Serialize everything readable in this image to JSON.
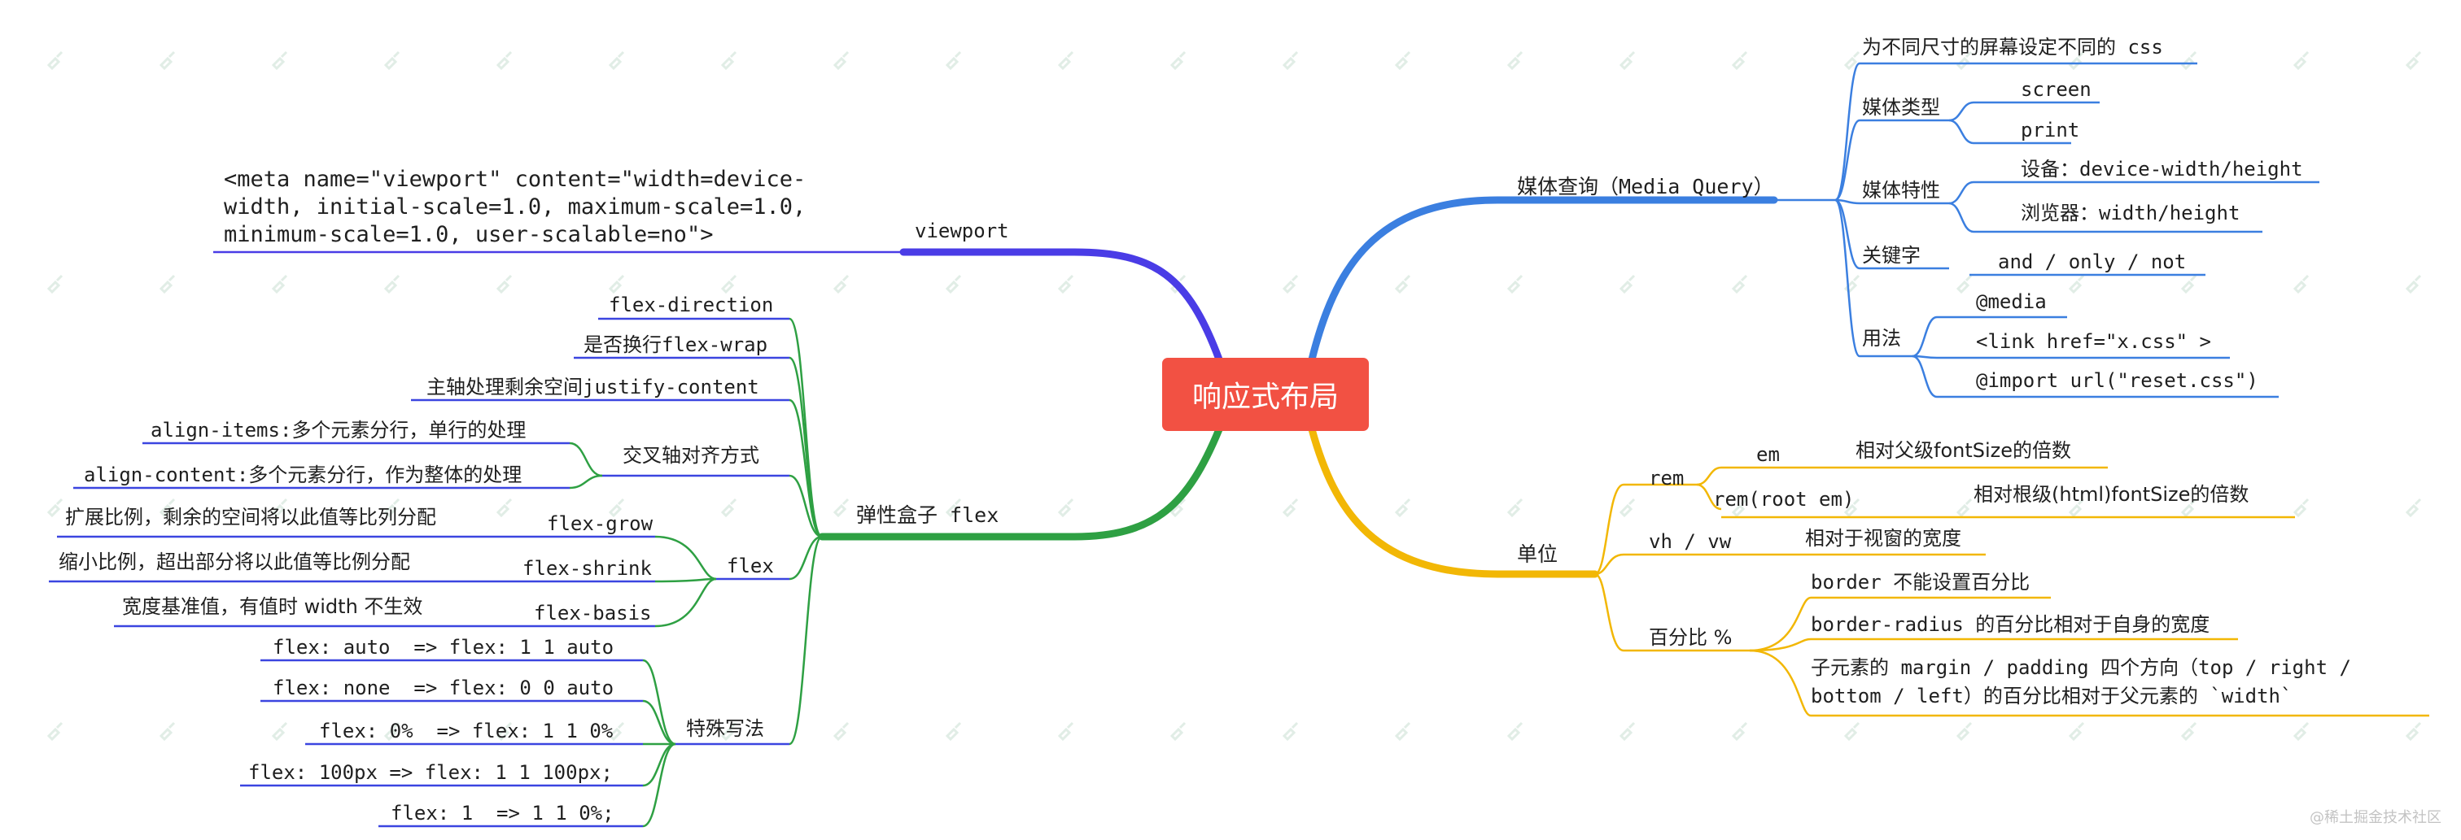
{
  "colors": {
    "viewport": "#4a3ce6",
    "flex": "#2ea043",
    "media": "#3b7fe0",
    "unit": "#f2b705",
    "center_bg": "#f25143",
    "center_text": "#ffffff",
    "watermark": "#e1ede6"
  },
  "root": {
    "label": "响应式布局"
  },
  "viewport": {
    "label": "viewport",
    "meta_lines": [
      "<meta name=\"viewport\" content=\"width=device-",
      "width, initial-scale=1.0, maximum-scale=1.0,",
      "minimum-scale=1.0, user-scalable=no\">"
    ]
  },
  "flexbox": {
    "label": "弹性盒子 flex",
    "flex_direction": "flex-direction",
    "flex_wrap": "是否换行flex-wrap",
    "justify": "主轴处理剩余空间justify-content",
    "cross": {
      "label": "交叉轴对齐方式",
      "items": [
        "align-items:多个元素分行，单行的处理",
        "align-content:多个元素分行，作为整体的处理"
      ]
    },
    "flex": {
      "label": "flex",
      "grow": {
        "label": "flex-grow",
        "desc": "扩展比例，剩余的空间将以此值等比列分配"
      },
      "shrink": {
        "label": "flex-shrink",
        "desc": "缩小比例，超出部分将以此值等比例分配"
      },
      "basis": {
        "label": "flex-basis",
        "desc": "宽度基准值，有值时 width 不生效"
      }
    },
    "special": {
      "label": "特殊写法",
      "items": [
        "flex: auto  => flex: 1 1 auto",
        "flex: none  => flex: 0 0 auto",
        "flex: 0%  => flex: 1 1 0%",
        "flex: 100px => flex: 1 1 100px;",
        "flex: 1  => 1 1 0%;"
      ]
    }
  },
  "media": {
    "label": "媒体查询（Media Query）",
    "purpose": "为不同尺寸的屏幕设定不同的 css",
    "types": {
      "label": "媒体类型",
      "items": [
        "screen",
        "print"
      ]
    },
    "features": {
      "label": "媒体特性",
      "items": [
        "设备：device-width/height",
        "浏览器：width/height"
      ]
    },
    "keywords": {
      "label": "关键字",
      "value": "and / only / not"
    },
    "usage": {
      "label": "用法",
      "items": [
        "@media",
        "<link href=\"x.css\" >",
        "@import url(\"reset.css\")"
      ]
    }
  },
  "unit": {
    "label": "单位",
    "rem": {
      "label": "rem",
      "em": {
        "label": "em",
        "desc": "相对父级fontSize的倍数"
      },
      "rootem": {
        "label": "rem(root em)",
        "desc": "相对根级(html)fontSize的倍数"
      }
    },
    "vhvw": {
      "label": "vh / vw",
      "desc": "相对于视窗的宽度"
    },
    "percent": {
      "label": "百分比 %",
      "items": [
        "border 不能设置百分比",
        "border-radius 的百分比相对于自身的宽度"
      ],
      "child_lines": [
        "子元素的 margin / padding 四个方向（top / right /",
        "bottom / left）的百分比相对于父元素的 `width`"
      ]
    }
  },
  "footer": {
    "watermark": "@稀土掘金技术社区"
  }
}
